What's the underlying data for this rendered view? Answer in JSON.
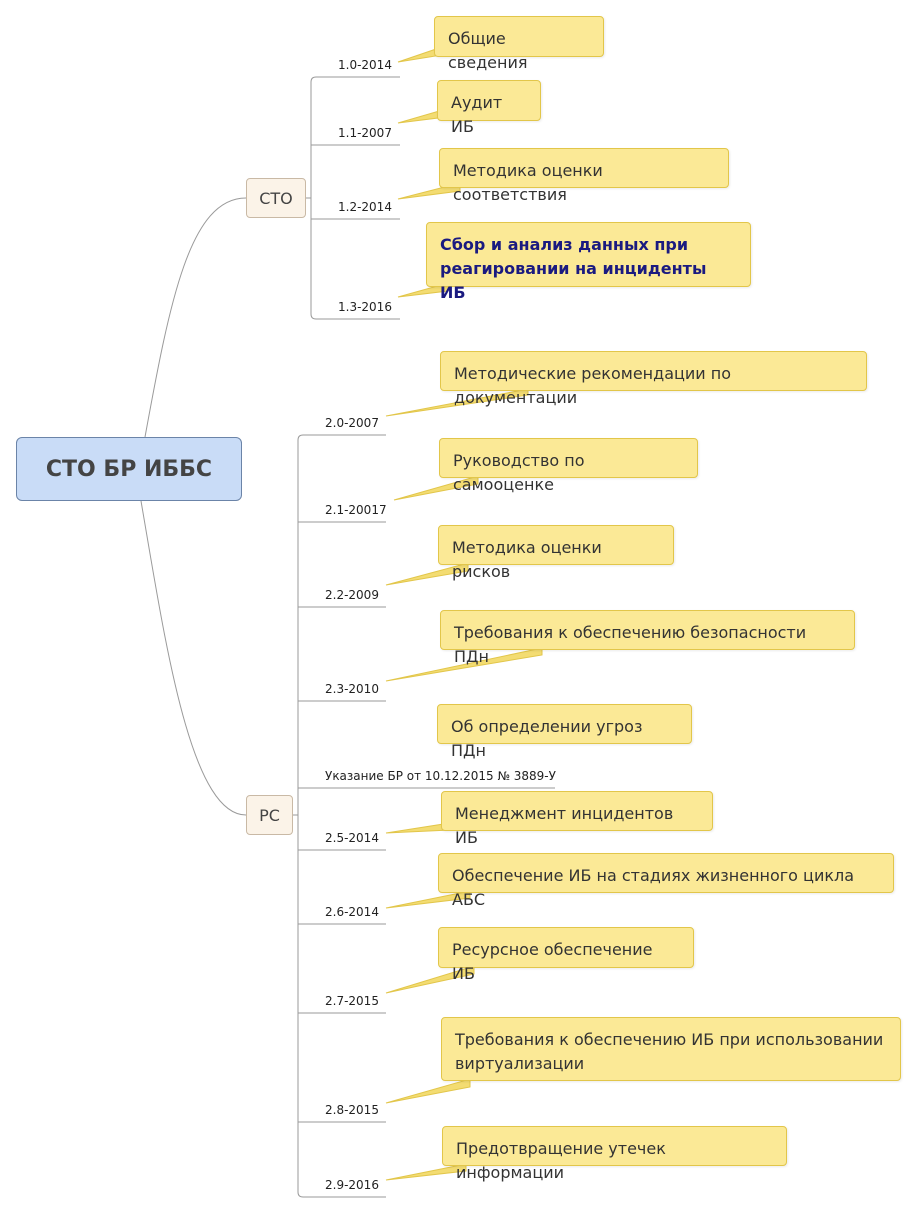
{
  "root": {
    "label": "СТО БР ИББС"
  },
  "branches": {
    "sto": {
      "label": "СТО"
    },
    "rs": {
      "label": "РС"
    }
  },
  "items": [
    {
      "code": "1.0-2014",
      "note": "Общие сведения"
    },
    {
      "code": "1.1-2007",
      "note": "Аудит ИБ"
    },
    {
      "code": "1.2-2014",
      "note": "Методика оценки соответствия"
    },
    {
      "code": "1.3-2016",
      "note": "Сбор и анализ данных при реагировании на инциденты ИБ"
    },
    {
      "code": "2.0-2007",
      "note": "Методические рекомендации по документации"
    },
    {
      "code": "2.1-20017",
      "note": "Руководство по самооценке"
    },
    {
      "code": "2.2-2009",
      "note": "Методика оценки рисков"
    },
    {
      "code": "2.3-2010",
      "note": "Требования к обеспечению безопасности ПДн"
    },
    {
      "code": "Указание БР от 10.12.2015 № 3889-У",
      "note": "Об определении угроз ПДн"
    },
    {
      "code": "2.5-2014",
      "note": "Менеджмент инцидентов ИБ"
    },
    {
      "code": "2.6-2014",
      "note": "Обеспечение ИБ на стадиях жизненного цикла АБС"
    },
    {
      "code": "2.7-2015",
      "note": "Ресурсное обеспечение ИБ"
    },
    {
      "code": "2.8-2015",
      "note": "Требования к обеспечению ИБ при использовании виртуализации"
    },
    {
      "code": "2.9-2016",
      "note": "Предотвращение утечек информации"
    }
  ],
  "colors": {
    "root": "#c9dcf7",
    "branch": "#fbf3e8",
    "note": "#fbe996",
    "line": "#9a9a9a"
  }
}
